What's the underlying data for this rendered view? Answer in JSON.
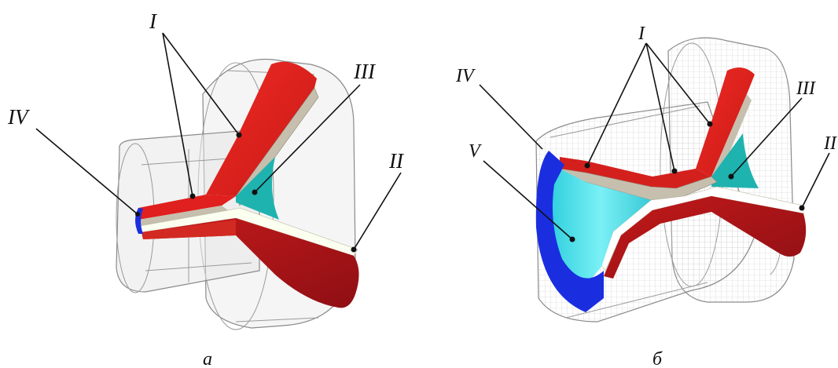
{
  "figure_a": {
    "labels": {
      "I": "I",
      "II": "II",
      "III": "III",
      "IV": "IV"
    },
    "caption": "а"
  },
  "figure_b": {
    "labels": {
      "I": "I",
      "II": "II",
      "III": "III",
      "IV": "IV",
      "V": "V"
    },
    "caption": "б"
  },
  "colors": {
    "red": "#e0201e",
    "dark_red": "#a8141a",
    "teal": "#1fb3b0",
    "cyan": "#5fe6ee",
    "blue": "#1a2ee0",
    "tan": "#c6bfae",
    "housing": "#e8e8e8"
  }
}
